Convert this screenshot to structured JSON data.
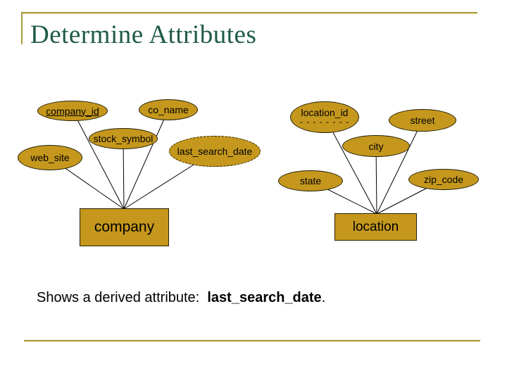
{
  "slide": {
    "title": "Determine Attributes",
    "caption_prefix": "Shows a derived attribute:  ",
    "caption_highlight": "last_search_date",
    "caption_suffix": "."
  },
  "colors": {
    "shape_fill": "#c5981d",
    "shape_border": "#26200a",
    "frame_gold": "#a89a42",
    "frame_gold_light": "#e9e29a",
    "title_green": "#1e5b45",
    "text_black": "#000000"
  },
  "diagram": {
    "entities": {
      "company": {
        "label": "company"
      },
      "location": {
        "label": "location"
      }
    },
    "attributes": {
      "company_id": {
        "label": "company_id",
        "type": "key"
      },
      "co_name": {
        "label": "co_name",
        "type": "simple"
      },
      "stock_symbol": {
        "label": "stock_symbol",
        "type": "simple"
      },
      "web_site": {
        "label": "web_site",
        "type": "simple"
      },
      "last_search_date": {
        "label": "last_search_date",
        "type": "derived"
      },
      "location_id": {
        "label": "location_id",
        "type": "partial-key",
        "partial_key_marker": "- - - - - - - -"
      },
      "street": {
        "label": "street",
        "type": "simple"
      },
      "city": {
        "label": "city",
        "type": "simple"
      },
      "state": {
        "label": "state",
        "type": "simple"
      },
      "zip_code": {
        "label": "zip_code",
        "type": "simple"
      }
    }
  }
}
